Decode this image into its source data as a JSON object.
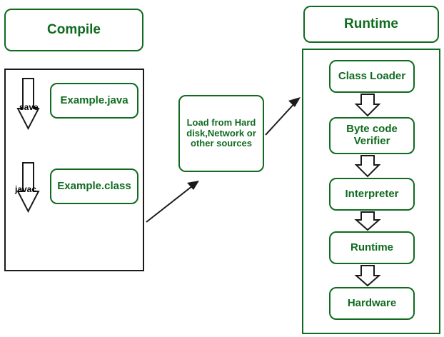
{
  "diagram": {
    "title_compile": "Compile",
    "title_runtime": "Runtime",
    "compile": {
      "source_file": "Example.java",
      "class_file": "Example.class",
      "save_label": "save",
      "javac_label": "javac"
    },
    "loader_note": "Load from Hard disk,Network or other sources",
    "runtime_steps": [
      {
        "label": "Class Loader"
      },
      {
        "label": "Byte code Verifier"
      },
      {
        "label": "Interpreter"
      },
      {
        "label": "Runtime"
      },
      {
        "label": "Hardware"
      }
    ],
    "colors": {
      "accent_green": "#0f6b1f",
      "outline_black": "#1a1a1a",
      "background": "#ffffff"
    }
  }
}
